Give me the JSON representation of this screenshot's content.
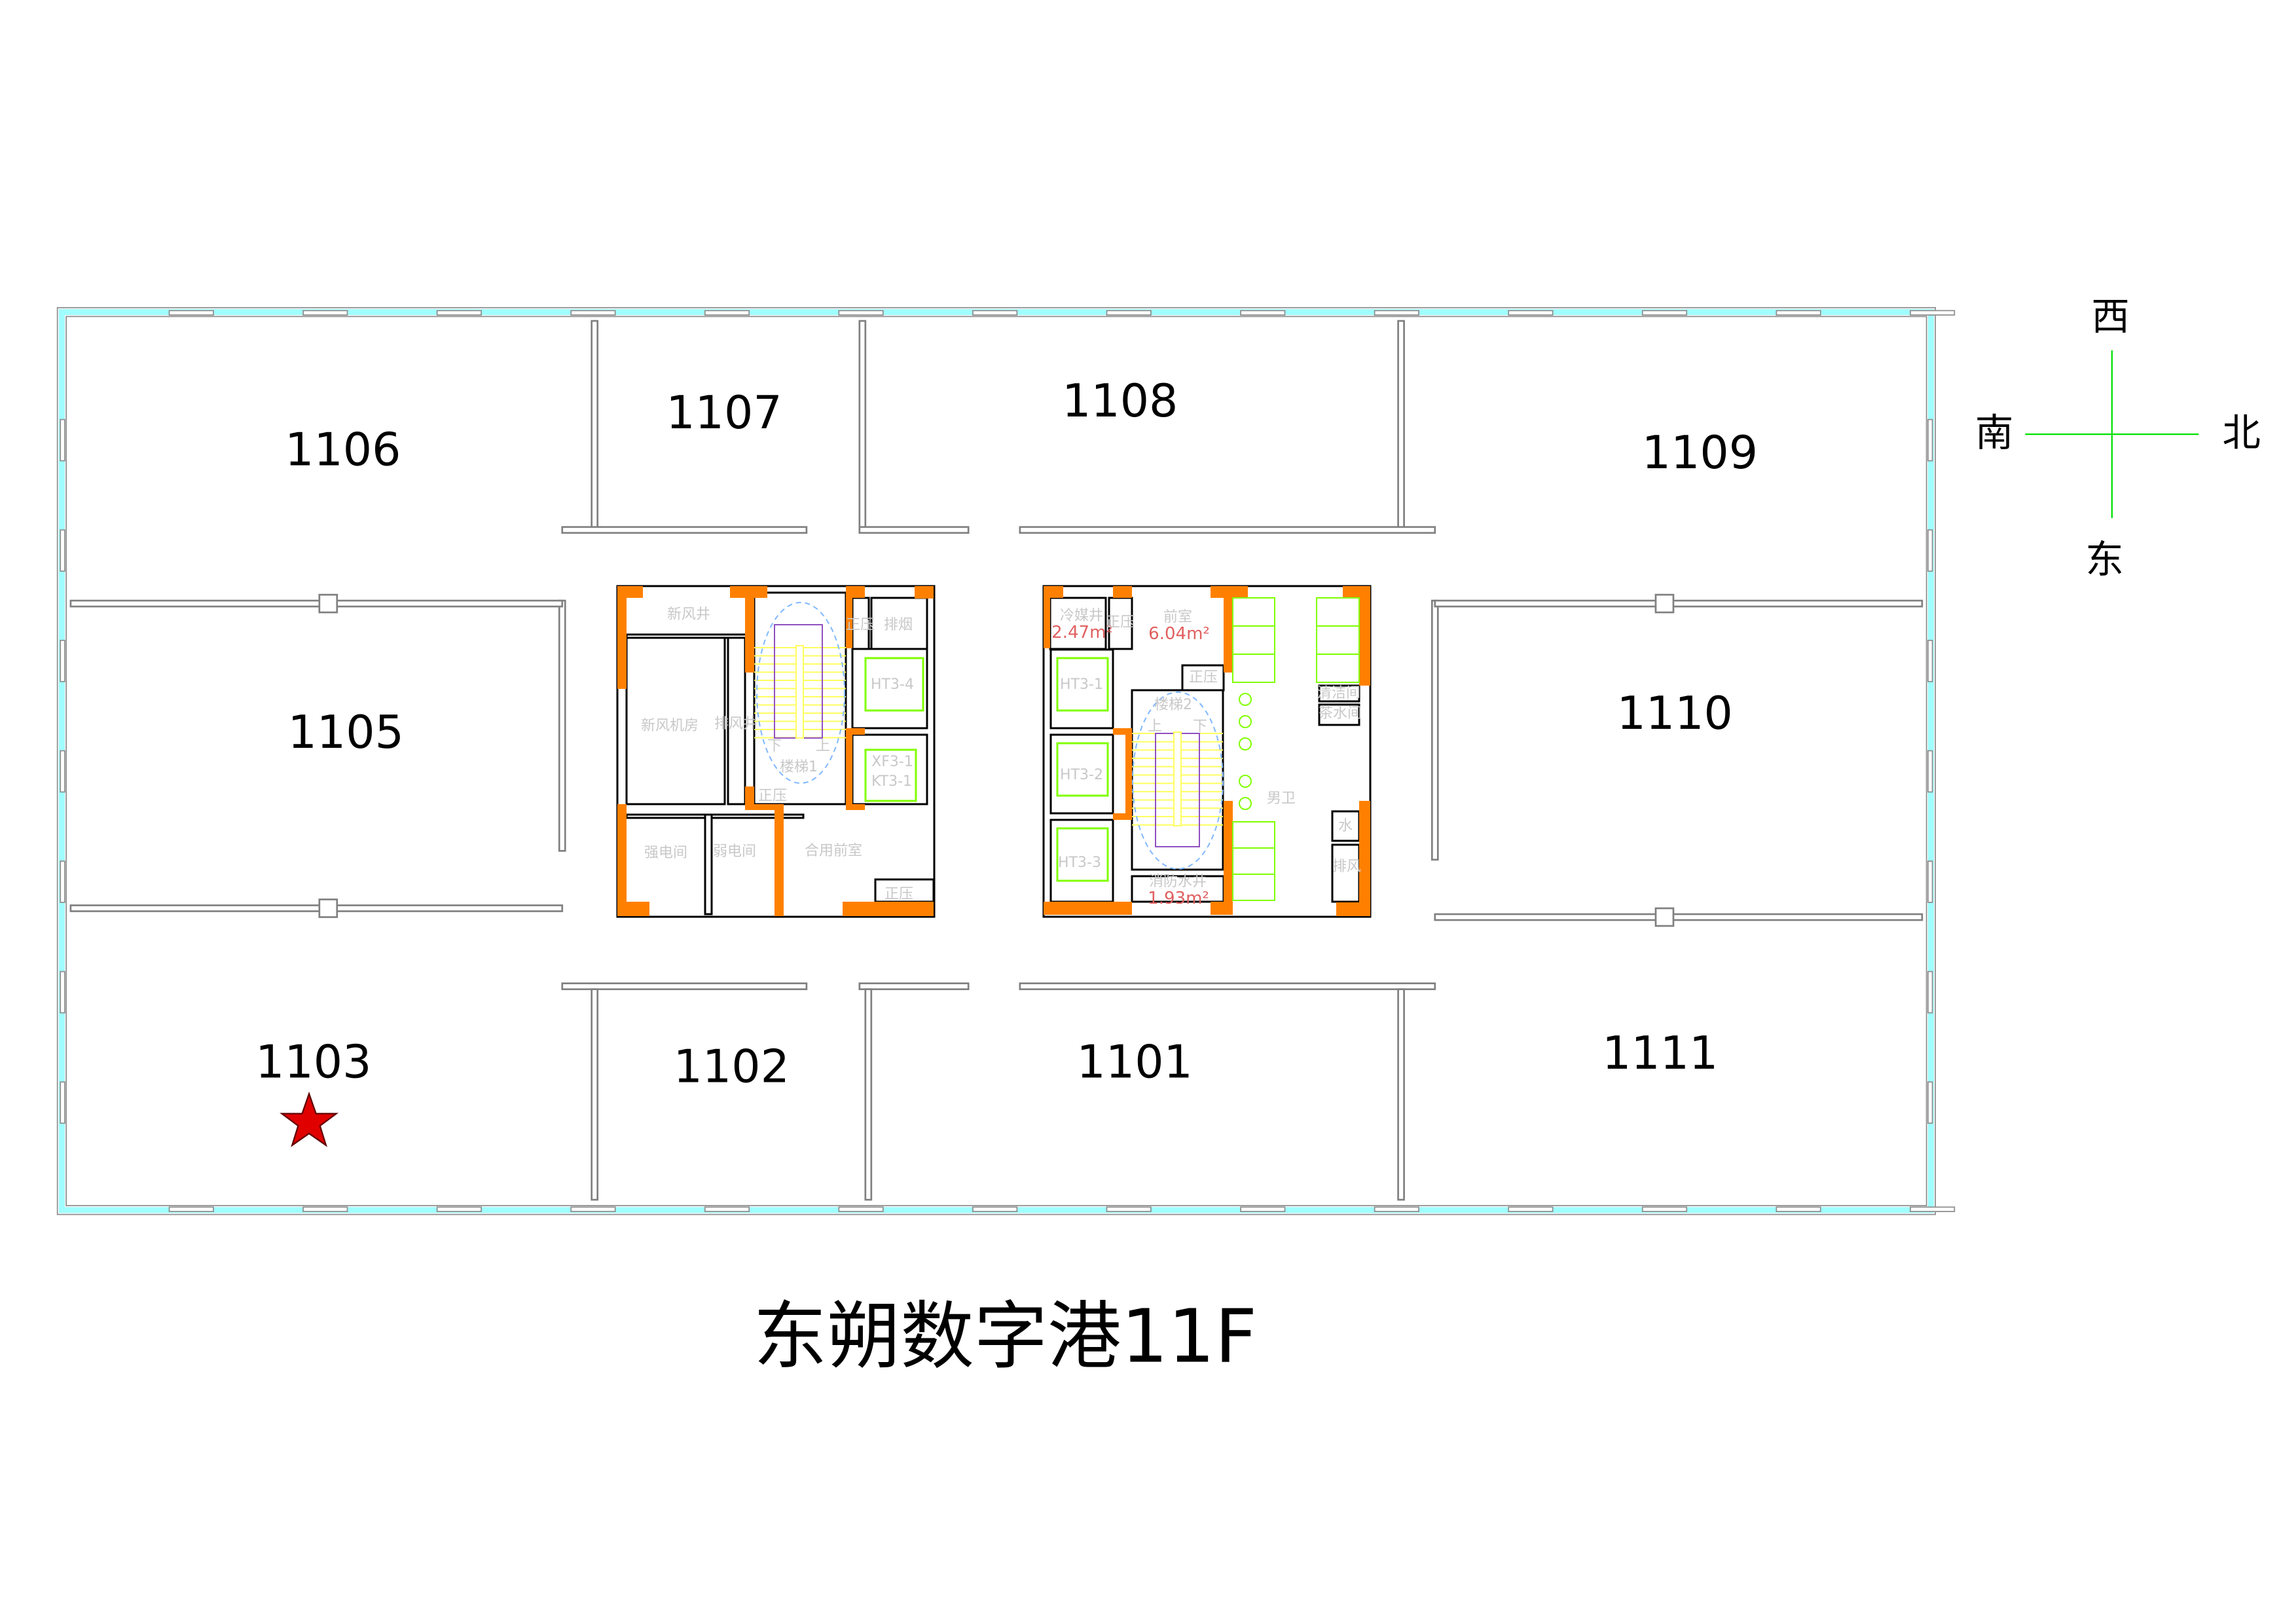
{
  "title": "东朔数字港11F",
  "rooms": {
    "r1106": "1106",
    "r1107": "1107",
    "r1108": "1108",
    "r1109": "1109",
    "r1105": "1105",
    "r1110": "1110",
    "r1103": "1103",
    "r1102": "1102",
    "r1101": "1101",
    "r1111": "1111"
  },
  "marker": {
    "room": "1103",
    "color": "#e00000",
    "icon": "star-icon"
  },
  "compass": {
    "top": "西",
    "left": "南",
    "right": "北",
    "bottom": "东",
    "color": "#00e000"
  },
  "core_left": {
    "fresh_air_shaft": "新风井",
    "fresh_air_room": "新风机房",
    "exhaust_shaft": "排风井",
    "stair": "楼梯1",
    "down": "下",
    "up": "上",
    "pressure_1": "正压",
    "smoke_exhaust": "排烟",
    "elevator_1": "HT3-4",
    "elevator_2a": "XF3-1",
    "elevator_2b": "KT3-1",
    "pressure_2": "正压",
    "strong_power": "强电间",
    "weak_power": "弱电间",
    "shared_lobby": "合用前室",
    "pressure_3": "正压"
  },
  "core_right": {
    "refrigerant_shaft": "冷媒井",
    "refrigerant_area": "2.47m²",
    "pressure_1": "正压",
    "lobby": "前室",
    "lobby_area": "6.04m²",
    "pressure_2": "正压",
    "stair": "楼梯2",
    "up": "上",
    "down": "下",
    "elevator_1": "HT3-1",
    "elevator_2": "HT3-2",
    "elevator_3": "HT3-3",
    "fire_water_shaft": "消防水井",
    "fire_water_area": "1.93m²",
    "cleaning_room": "清洁间",
    "tea_room": "茶水间",
    "mens_toilet": "男卫",
    "water": "水",
    "exhaust": "排风"
  },
  "colors": {
    "outer_wall": "#a0ffff",
    "wall": "#808080",
    "core_wall": "#ff8000",
    "fixtures": "#80ff00"
  }
}
